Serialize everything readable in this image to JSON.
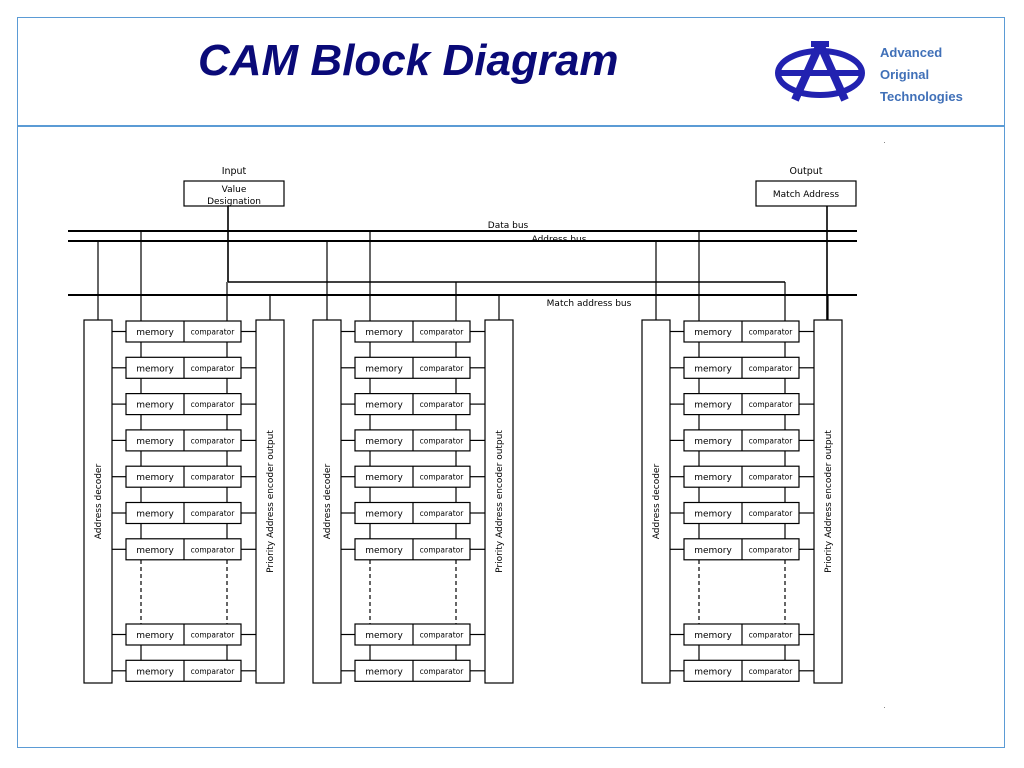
{
  "slide": {
    "title": "CAM Block Diagram"
  },
  "logo": {
    "line1": "Advanced",
    "line2": "Original",
    "line3": "Technologies",
    "color": "#2222b0"
  },
  "diagram": {
    "input": {
      "label": "Input",
      "box_lines": [
        "Value",
        "Designation"
      ]
    },
    "output": {
      "label": "Output",
      "box_label": "Match Address"
    },
    "buses": {
      "data_bus": "Data bus",
      "address_bus": "Address bus",
      "match_address_bus": "Match address bus"
    },
    "block": {
      "decoder_label": "Address decoder",
      "encoder_label": "Priority Address encoder output",
      "cell_memory_label": "memory",
      "cell_comparator_label": "comparator",
      "rows_before_gap": 7,
      "rows_after_gap": 2
    },
    "block_count": 3,
    "colors": {
      "title": "#0a0a78",
      "frame": "#5b9bd5",
      "lines": "#000000"
    }
  }
}
